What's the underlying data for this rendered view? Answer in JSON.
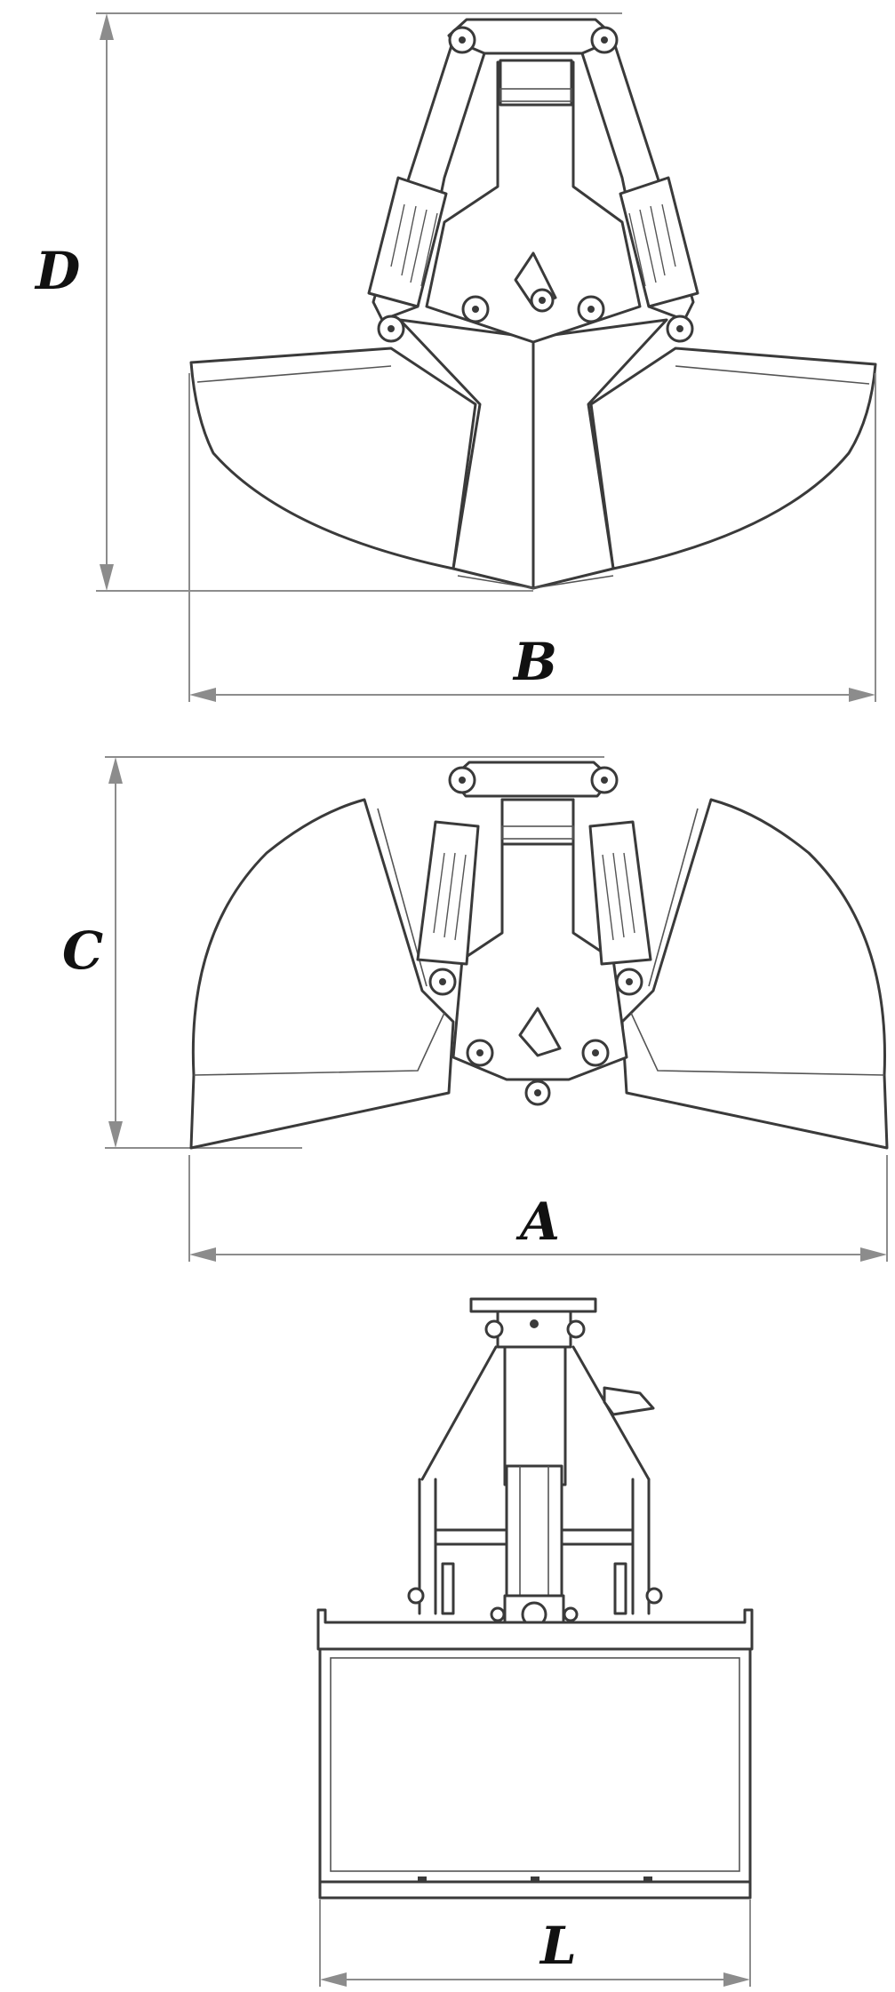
{
  "labels": {
    "D": "D",
    "B": "B",
    "C": "C",
    "A": "A",
    "L": "L"
  },
  "colors": {
    "line": "#3a3a3a",
    "dimension": "#8c8c8c",
    "background": "#ffffff",
    "label": "#111111"
  }
}
